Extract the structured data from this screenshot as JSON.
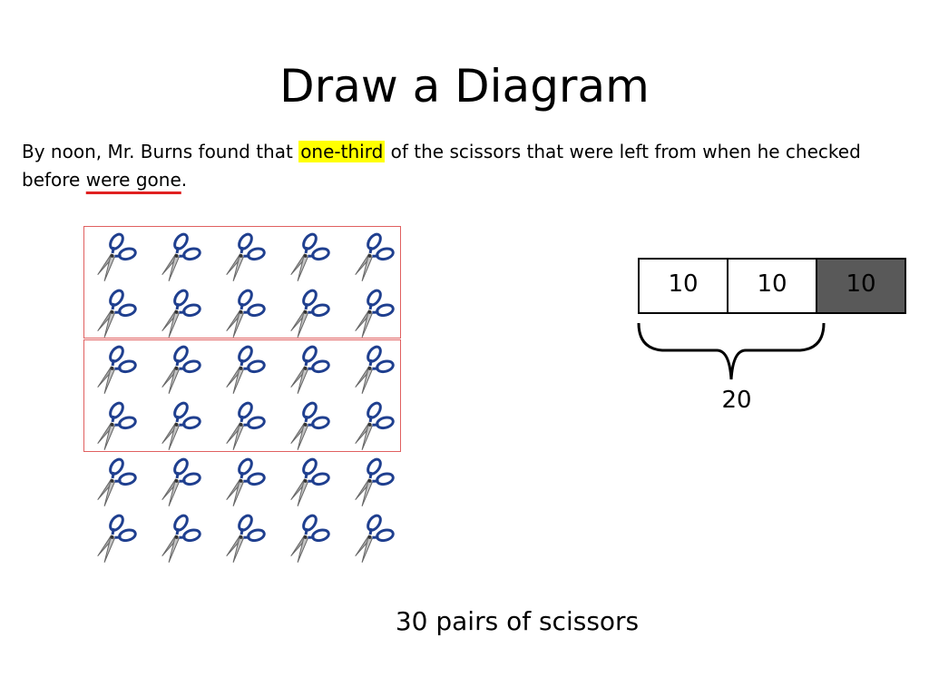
{
  "title": "Draw a Diagram",
  "problem": {
    "part1": "By noon, Mr. Burns found that ",
    "highlight": "one-third",
    "part2": " of the scissors that were left from when he checked before ",
    "underline": "were gone",
    "part3": "."
  },
  "scissors": {
    "rows": 6,
    "cols": 5,
    "icon": "scissors-icon"
  },
  "tape": {
    "segments": [
      {
        "label": "10",
        "shaded": false
      },
      {
        "label": "10",
        "shaded": false
      },
      {
        "label": "10",
        "shaded": true
      }
    ],
    "brace_label": "20"
  },
  "total_label": "30 pairs of scissors",
  "colors": {
    "highlight": "#ffff00",
    "underline": "#e02020",
    "group_box": "#e06060",
    "scissor_handle": "#1f3f8f",
    "shaded_segment": "#595959"
  }
}
